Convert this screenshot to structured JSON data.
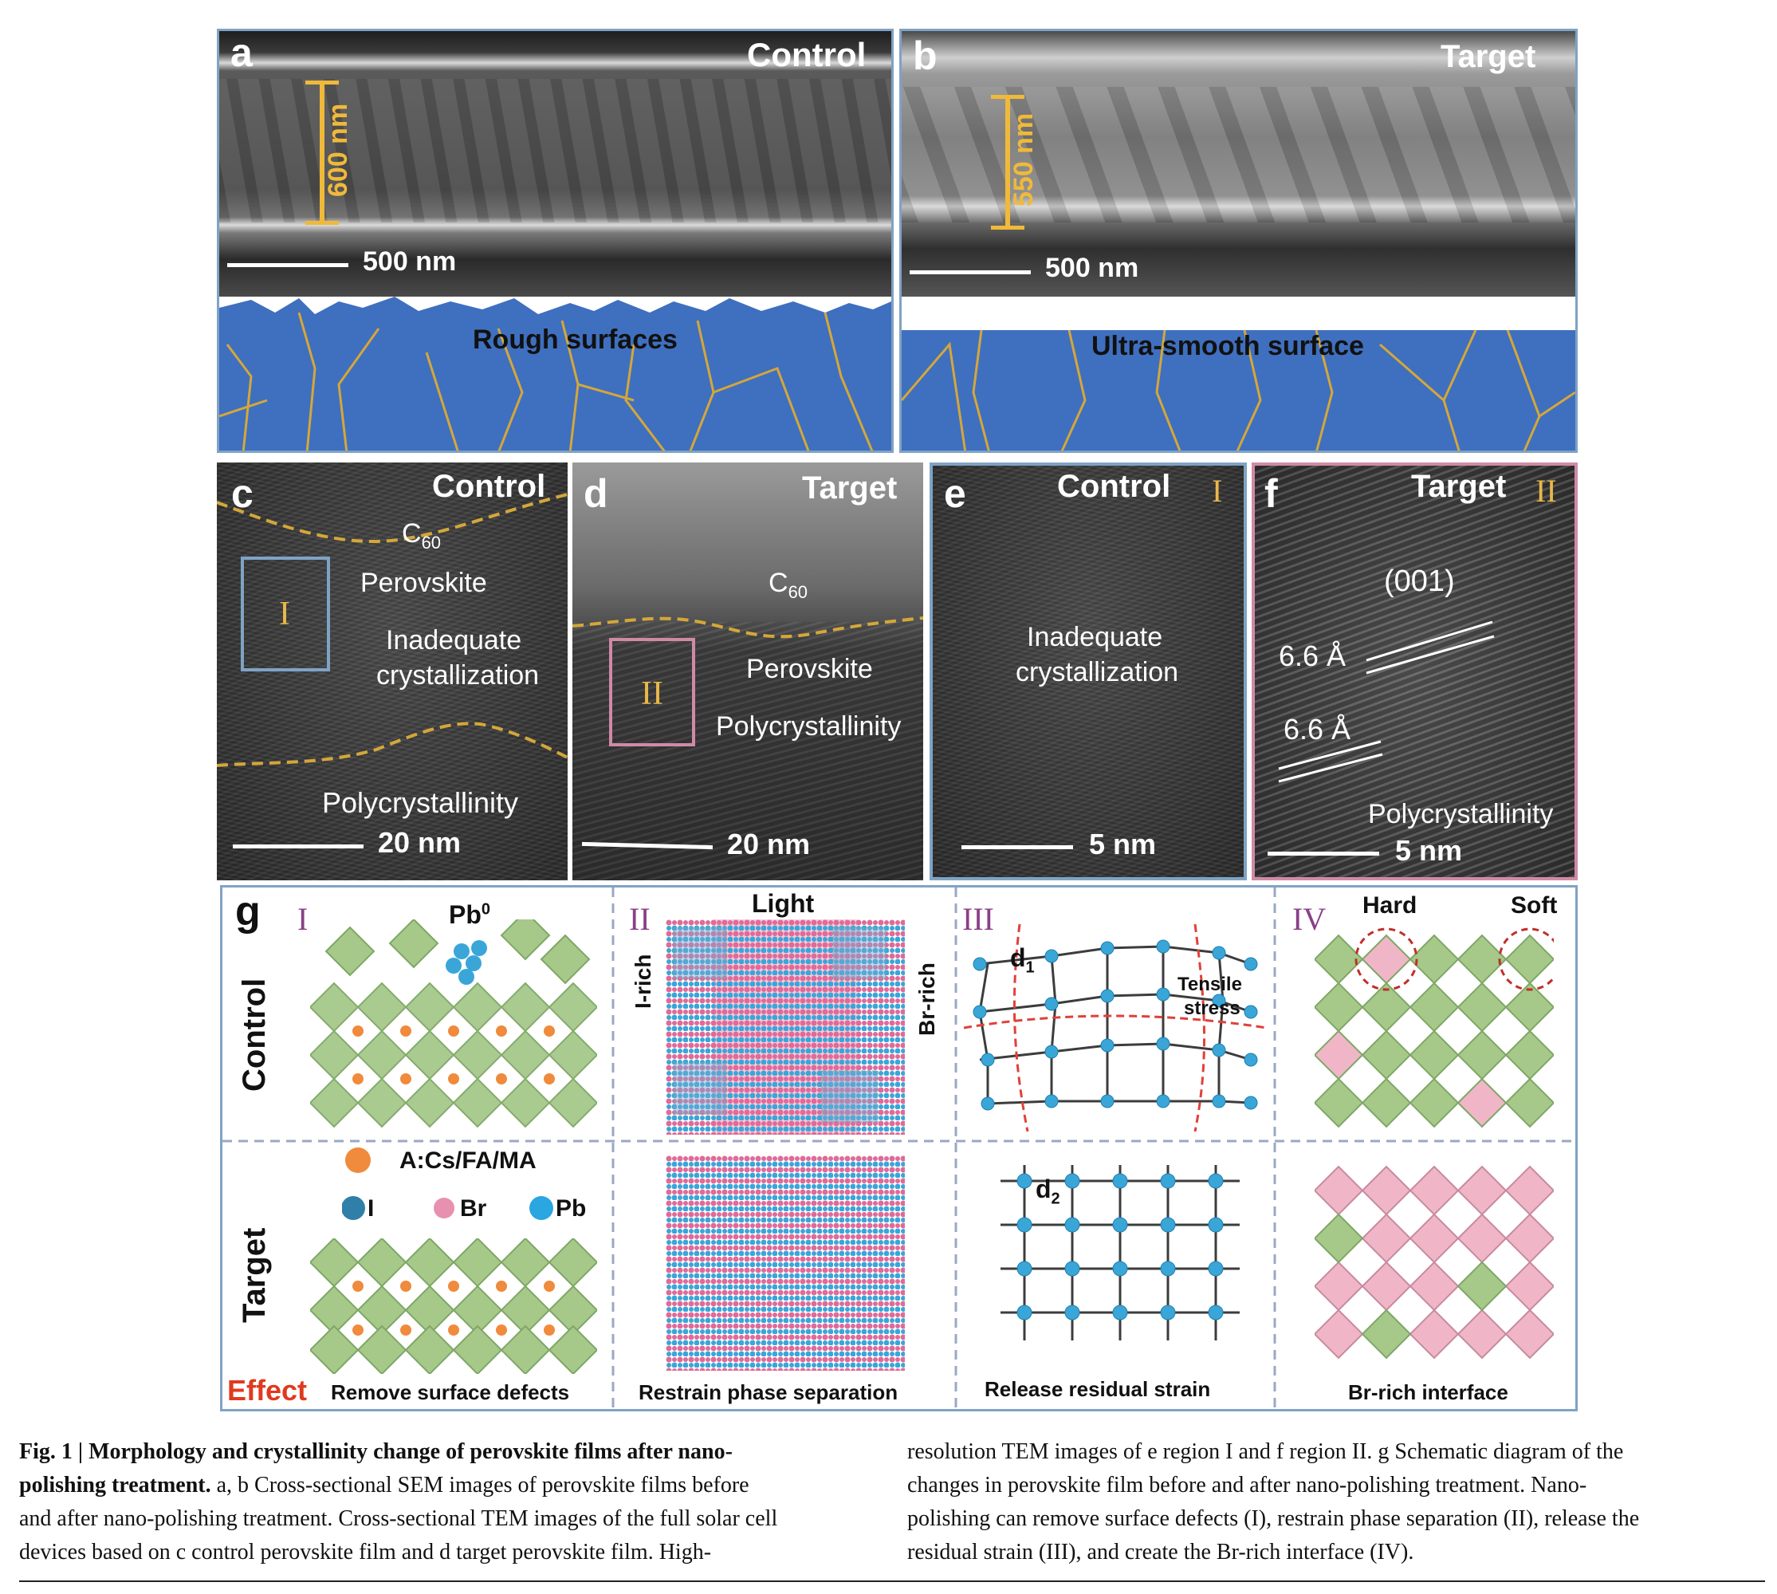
{
  "panels": {
    "a": {
      "letter": "a",
      "title": "Control",
      "thickness": "600 nm",
      "scale": "500 nm",
      "schematic_label": "Rough surfaces"
    },
    "b": {
      "letter": "b",
      "title": "Target",
      "thickness": "550 nm",
      "scale": "500 nm",
      "schematic_label": "Ultra-smooth surface"
    },
    "c": {
      "letter": "c",
      "title": "Control",
      "c60": "C",
      "c60_sub": "60",
      "box": "I",
      "perovskite": "Perovskite",
      "inadequate_1": "Inadequate",
      "inadequate_2": "crystallization",
      "poly": "Polycrystallinity",
      "scale": "20 nm"
    },
    "d": {
      "letter": "d",
      "title": "Target",
      "c60": "C",
      "c60_sub": "60",
      "box": "II",
      "perovskite": "Perovskite",
      "poly": "Polycrystallinity",
      "scale": "20 nm"
    },
    "e": {
      "letter": "e",
      "title": "Control",
      "roman": "I",
      "inadequate_1": "Inadequate",
      "inadequate_2": "crystallization",
      "scale": "5 nm"
    },
    "f": {
      "letter": "f",
      "title": "Target",
      "roman": "II",
      "plane": "(001)",
      "dspacing_1": "6.6 Å",
      "dspacing_2": "6.6 Å",
      "poly": "Polycrystallinity",
      "scale": "5 nm"
    }
  },
  "g": {
    "letter": "g",
    "row_control": "Control",
    "row_target": "Target",
    "col_I": {
      "roman": "I",
      "pb0": "Pb",
      "pb0_sup": "0"
    },
    "col_II": {
      "roman": "II",
      "light": "Light",
      "i_rich": "I-rich",
      "br_rich": "Br-rich"
    },
    "col_III": {
      "roman": "III",
      "d1": "d",
      "d1_sub": "1",
      "d2": "d",
      "d2_sub": "2",
      "tensile_1": "Tensile",
      "tensile_2": "stress"
    },
    "col_IV": {
      "roman": "IV",
      "hard": "Hard",
      "soft": "Soft"
    },
    "legend": {
      "a_site": "A:Cs/FA/MA",
      "i": "I",
      "br": "Br",
      "pb": "Pb"
    },
    "effect_label": "Effect",
    "effects": [
      "Remove surface defects",
      "Restrain phase separation",
      "Release residual strain",
      "Br-rich interface"
    ]
  },
  "colors": {
    "perovskite_blue": "#3f6fbf",
    "grain_gold": "#d4a73a",
    "scale_gold": "#f0b93a",
    "frame_blue": "#7fa3c4",
    "frame_pink": "#d08aa6",
    "effect_red": "#e03a1e",
    "octa_green": "#a6c98a",
    "octa_pink": "#f0b6c8",
    "iodide_blue": "#3aa6d8"
  },
  "caption": {
    "fig_label": "Fig. 1 |",
    "title_1": "Morphology and crystallinity change of perovskite films after nano-",
    "title_2": "polishing treatment.",
    "left_1": "a, b Cross-sectional SEM images of perovskite films before",
    "left_2": "and after nano-polishing treatment. Cross-sectional TEM images of the full solar cell",
    "left_3": "devices based on c control perovskite film and d target perovskite film. High-",
    "right_1": "resolution TEM images of e region I and f region II. g Schematic diagram of the",
    "right_2": "changes in perovskite film before and after nano-polishing treatment. Nano-",
    "right_3": "polishing can remove surface defects (I), restrain phase separation (II), release the",
    "right_4": "residual strain (III), and create the Br-rich interface (IV)."
  }
}
